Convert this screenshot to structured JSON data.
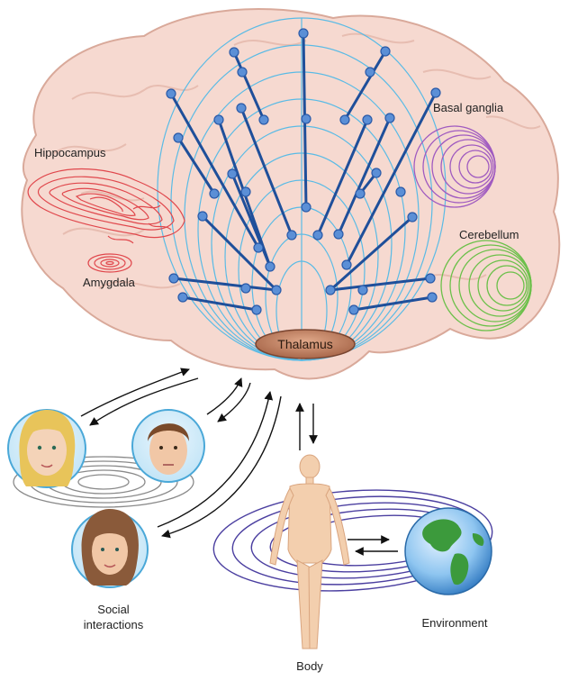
{
  "labels": {
    "hippocampus": "Hippocampus",
    "amygdala": "Amygdala",
    "basal_ganglia": "Basal ganglia",
    "cerebellum": "Cerebellum",
    "thalamus": "Thalamus",
    "social_line1": "Social",
    "social_line2": "interactions",
    "environment": "Environment",
    "body": "Body"
  },
  "colors": {
    "brain_fill": "#f6d9d0",
    "brain_stroke": "#d9a99a",
    "cortex_rings": "#4ab8e8",
    "network_nodes": "#5b8fd6",
    "network_edges": "#1f4f9a",
    "hippocampus": "#e0474c",
    "basal_ganglia": "#a05bc0",
    "cerebellum": "#6cc04a",
    "thalamus": "#c7896a",
    "body_orbits": "#4b3fa0",
    "social_rings": "#8a8a8a"
  },
  "icons": [
    "brain-icon",
    "face-woman-blonde-icon",
    "face-man-icon",
    "face-woman-brunette-icon",
    "human-body-icon",
    "globe-icon"
  ]
}
